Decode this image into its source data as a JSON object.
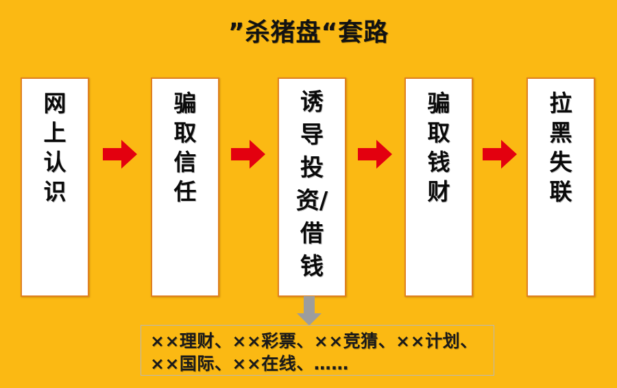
{
  "poster": {
    "title": "”杀猪盘“套路",
    "background_color": "#FBB913",
    "box_border_color": "#E08020",
    "box_fill_color": "#FFFFFF",
    "arrow_color": "#E3000F",
    "down_arrow_color": "#9D9D9D",
    "caption_border_color": "#B7B7B7",
    "text_color": "#0A0A0A"
  },
  "flow": {
    "steps": [
      {
        "id": "step-1",
        "label": "网上认识"
      },
      {
        "id": "step-2",
        "label": "骗取信任"
      },
      {
        "id": "step-3",
        "label": "诱导投资/借钱"
      },
      {
        "id": "step-4",
        "label": "骗取钱财"
      },
      {
        "id": "step-5",
        "label": "拉黑失联"
      }
    ],
    "connectors": [
      {
        "id": "connector-1",
        "icon": "right-arrow-icon"
      },
      {
        "id": "connector-2",
        "icon": "right-arrow-icon"
      },
      {
        "id": "connector-3",
        "icon": "right-arrow-icon"
      },
      {
        "id": "connector-4",
        "icon": "right-arrow-icon"
      }
    ],
    "down_connector": {
      "id": "down-connector",
      "icon": "down-arrow-icon"
    }
  },
  "caption": {
    "line_1": "××理财、××彩票、××竞猜、××计划、",
    "line_2": "××国际、××在线、……"
  }
}
